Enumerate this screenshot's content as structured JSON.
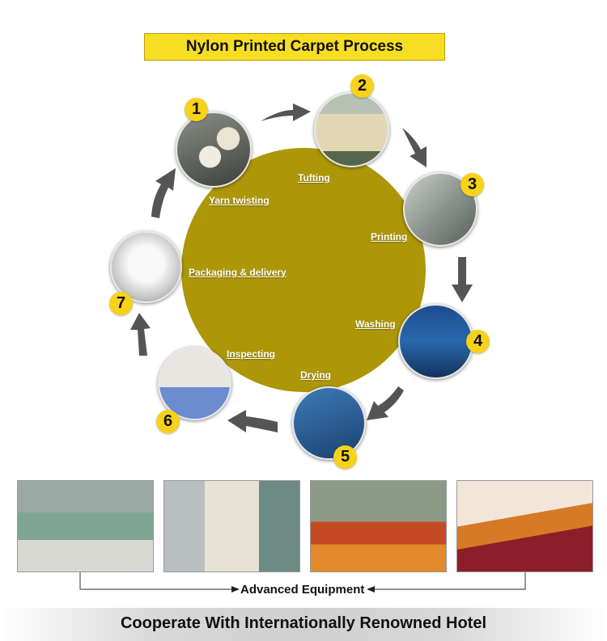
{
  "title": "Nylon Printed Carpet Process",
  "steps": [
    {
      "number": "1",
      "label": "Yarn twisting"
    },
    {
      "number": "2",
      "label": "Tufting"
    },
    {
      "number": "3",
      "label": "Printing"
    },
    {
      "number": "4",
      "label": "Washing"
    },
    {
      "number": "5",
      "label": "Drying"
    },
    {
      "number": "6",
      "label": "Inspecting"
    },
    {
      "number": "7",
      "label": "Packaging & delivery"
    }
  ],
  "equipment_caption": "Advanced Equipment",
  "bottom_banner": "Cooperate With Internationally Renowned Hotel",
  "colors": {
    "title_bg": "#f8de22",
    "circle": "#ad9708",
    "badge": "#f6d21a"
  }
}
